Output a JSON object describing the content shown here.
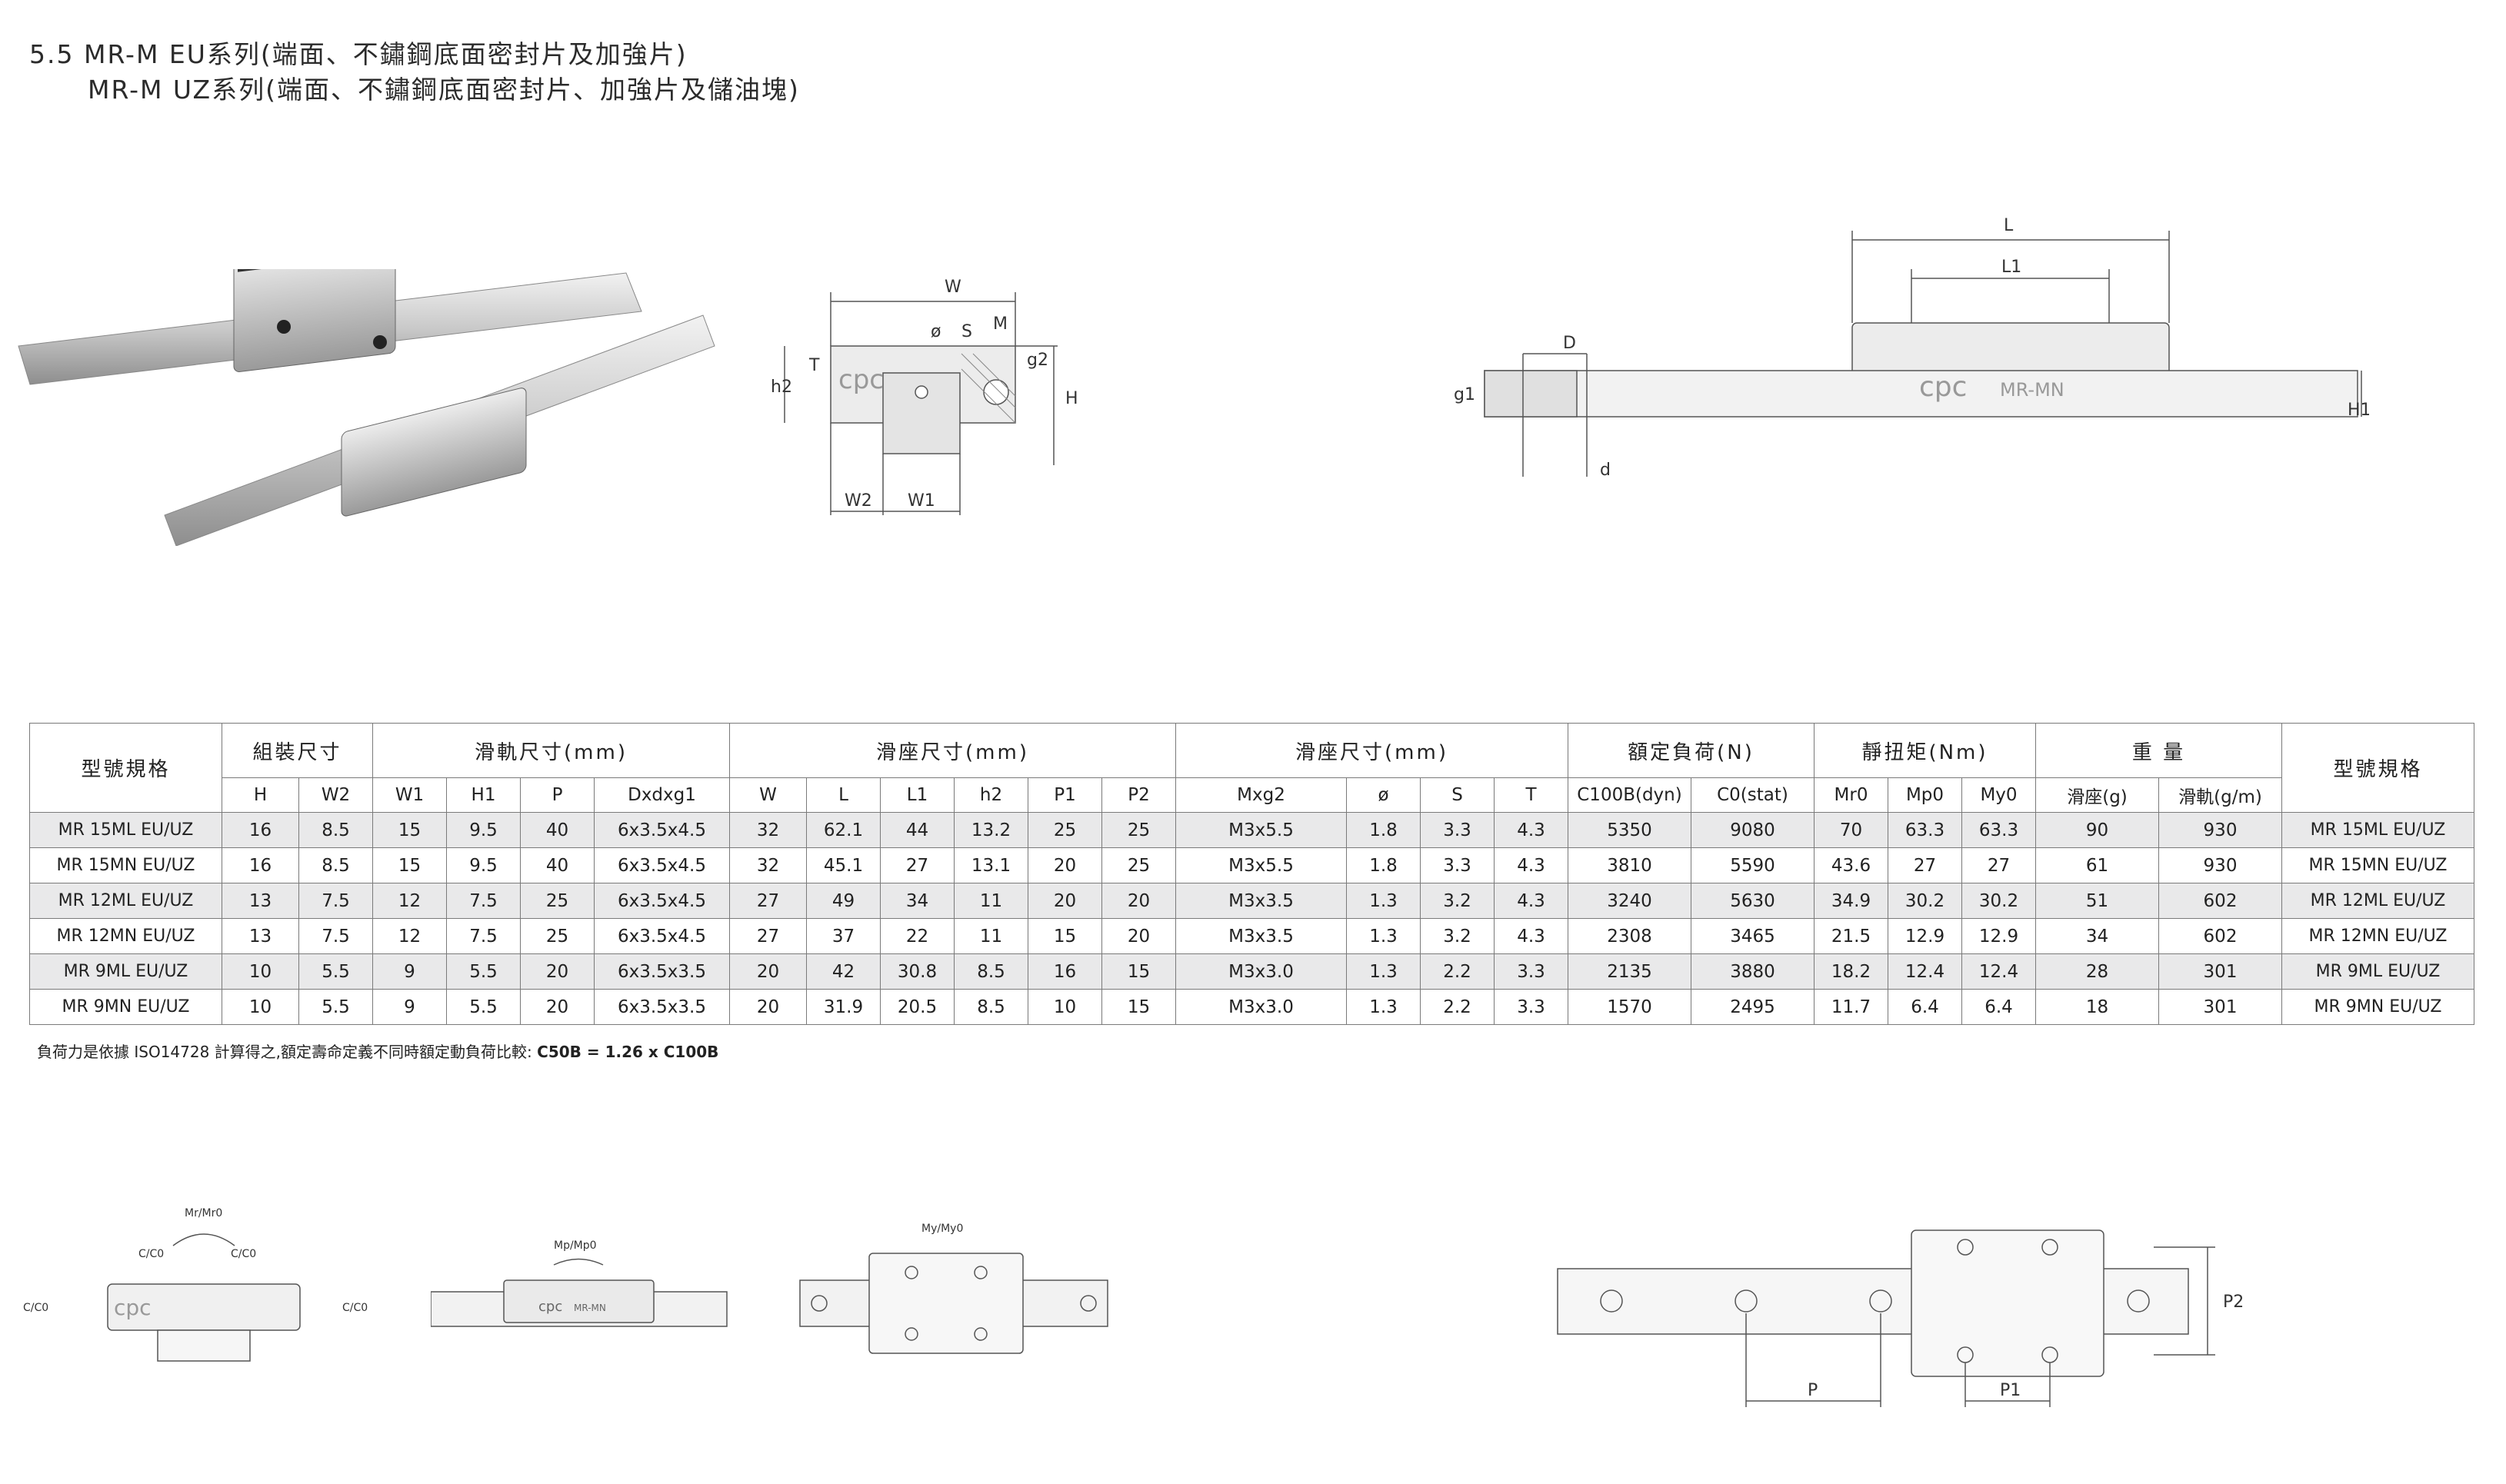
{
  "title": {
    "line1": "5.5 MR-M EU系列(端面、不鏽鋼底面密封片及加強片)",
    "line2": "MR-M UZ系列(端面、不鏽鋼底面密封片、加強片及儲油塊)"
  },
  "drawing_labels": {
    "logo": "cpc",
    "model_mark": "MR-MN",
    "W": "W",
    "M": "M",
    "S": "S",
    "phi": "ø",
    "g2": "g2",
    "T": "T",
    "h2": "h2",
    "H": "H",
    "W2": "W2",
    "W1": "W1",
    "L": "L",
    "L1": "L1",
    "D": "D",
    "d": "d",
    "g1": "g1",
    "H1": "H1",
    "P": "P",
    "P1": "P1",
    "P2": "P2",
    "moment_r": "Mr/Mr0",
    "moment_p": "Mp/Mp0",
    "moment_y": "My/My0",
    "load_c": "C/C0"
  },
  "table": {
    "group_headers": {
      "model": "型號規格",
      "assembly": "組裝尺寸",
      "rail": "滑軌尺寸(mm)",
      "block1": "滑座尺寸(mm)",
      "block2": "滑座尺寸(mm)",
      "load": "額定負荷(N)",
      "moment": "靜扭矩(Nm)",
      "weight": "重 量",
      "model_right": "型號規格"
    },
    "sub_headers": {
      "H": "H",
      "W2": "W2",
      "W1": "W1",
      "H1": "H1",
      "P": "P",
      "Dxdxg1": "Dxdxg1",
      "W": "W",
      "L": "L",
      "L1": "L1",
      "h2": "h2",
      "P1": "P1",
      "P2": "P2",
      "Mxg2": "Mxg2",
      "phi": "ø",
      "S": "S",
      "T": "T",
      "C100B": "C100B(dyn)",
      "C0": "C0(stat)",
      "Mr0": "Mr0",
      "Mp0": "Mp0",
      "My0": "My0",
      "w_block": "滑座(g)",
      "w_rail": "滑軌(g/m)"
    },
    "rows": [
      {
        "model": "MR 15ML EU/UZ",
        "H": "16",
        "W2": "8.5",
        "W1": "15",
        "H1": "9.5",
        "P": "40",
        "Dxdxg1": "6x3.5x4.5",
        "W": "32",
        "L": "62.1",
        "L1": "44",
        "h2": "13.2",
        "P1": "25",
        "P2": "25",
        "Mxg2": "M3x5.5",
        "phi": "1.8",
        "S": "3.3",
        "T": "4.3",
        "C100B": "5350",
        "C0": "9080",
        "Mr0": "70",
        "Mp0": "63.3",
        "My0": "63.3",
        "w_block": "90",
        "w_rail": "930",
        "model_right": "MR 15ML EU/UZ"
      },
      {
        "model": "MR 15MN EU/UZ",
        "H": "16",
        "W2": "8.5",
        "W1": "15",
        "H1": "9.5",
        "P": "40",
        "Dxdxg1": "6x3.5x4.5",
        "W": "32",
        "L": "45.1",
        "L1": "27",
        "h2": "13.1",
        "P1": "20",
        "P2": "25",
        "Mxg2": "M3x5.5",
        "phi": "1.8",
        "S": "3.3",
        "T": "4.3",
        "C100B": "3810",
        "C0": "5590",
        "Mr0": "43.6",
        "Mp0": "27",
        "My0": "27",
        "w_block": "61",
        "w_rail": "930",
        "model_right": "MR 15MN EU/UZ"
      },
      {
        "model": "MR 12ML EU/UZ",
        "H": "13",
        "W2": "7.5",
        "W1": "12",
        "H1": "7.5",
        "P": "25",
        "Dxdxg1": "6x3.5x4.5",
        "W": "27",
        "L": "49",
        "L1": "34",
        "h2": "11",
        "P1": "20",
        "P2": "20",
        "Mxg2": "M3x3.5",
        "phi": "1.3",
        "S": "3.2",
        "T": "4.3",
        "C100B": "3240",
        "C0": "5630",
        "Mr0": "34.9",
        "Mp0": "30.2",
        "My0": "30.2",
        "w_block": "51",
        "w_rail": "602",
        "model_right": "MR 12ML EU/UZ"
      },
      {
        "model": "MR 12MN EU/UZ",
        "H": "13",
        "W2": "7.5",
        "W1": "12",
        "H1": "7.5",
        "P": "25",
        "Dxdxg1": "6x3.5x4.5",
        "W": "27",
        "L": "37",
        "L1": "22",
        "h2": "11",
        "P1": "15",
        "P2": "20",
        "Mxg2": "M3x3.5",
        "phi": "1.3",
        "S": "3.2",
        "T": "4.3",
        "C100B": "2308",
        "C0": "3465",
        "Mr0": "21.5",
        "Mp0": "12.9",
        "My0": "12.9",
        "w_block": "34",
        "w_rail": "602",
        "model_right": "MR 12MN EU/UZ"
      },
      {
        "model": "MR 9ML EU/UZ",
        "H": "10",
        "W2": "5.5",
        "W1": "9",
        "H1": "5.5",
        "P": "20",
        "Dxdxg1": "6x3.5x3.5",
        "W": "20",
        "L": "42",
        "L1": "30.8",
        "h2": "8.5",
        "P1": "16",
        "P2": "15",
        "Mxg2": "M3x3.0",
        "phi": "1.3",
        "S": "2.2",
        "T": "3.3",
        "C100B": "2135",
        "C0": "3880",
        "Mr0": "18.2",
        "Mp0": "12.4",
        "My0": "12.4",
        "w_block": "28",
        "w_rail": "301",
        "model_right": "MR 9ML EU/UZ"
      },
      {
        "model": "MR 9MN EU/UZ",
        "H": "10",
        "W2": "5.5",
        "W1": "9",
        "H1": "5.5",
        "P": "20",
        "Dxdxg1": "6x3.5x3.5",
        "W": "20",
        "L": "31.9",
        "L1": "20.5",
        "h2": "8.5",
        "P1": "10",
        "P2": "15",
        "Mxg2": "M3x3.0",
        "phi": "1.3",
        "S": "2.2",
        "T": "3.3",
        "C100B": "1570",
        "C0": "2495",
        "Mr0": "11.7",
        "Mp0": "6.4",
        "My0": "6.4",
        "w_block": "18",
        "w_rail": "301",
        "model_right": "MR 9MN EU/UZ"
      }
    ]
  },
  "footnote": {
    "text": "負荷力是依據 ISO14728 計算得之,額定壽命定義不同時額定動負荷比較:",
    "formula": "C50B = 1.26 x C100B"
  }
}
